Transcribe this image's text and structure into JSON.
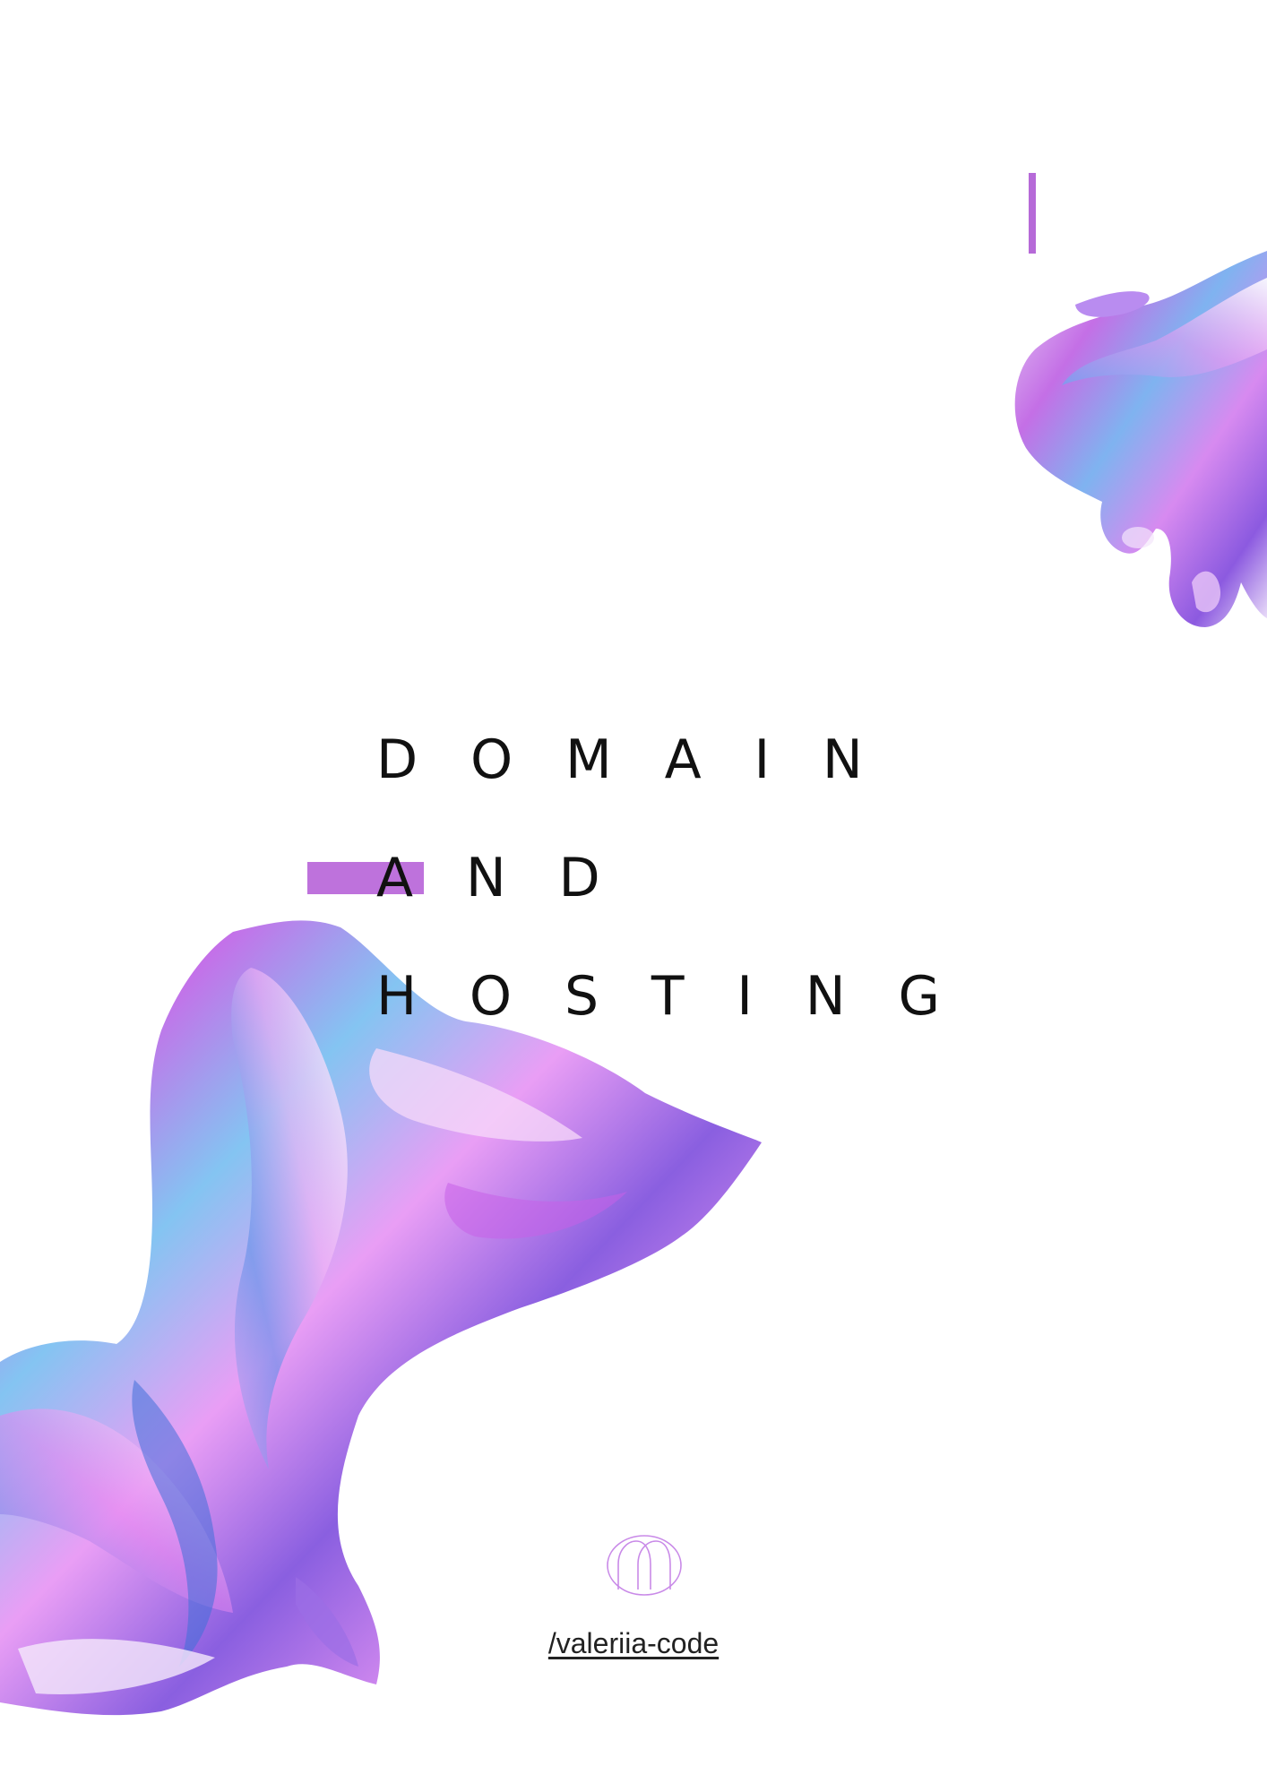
{
  "cover": {
    "title_lines": [
      "DOMAIN",
      "AND",
      "HOSTING"
    ],
    "handle": "/valeriia-code",
    "logo_icon": "monogram-arch-icon",
    "accent_color": "#be72dc"
  }
}
